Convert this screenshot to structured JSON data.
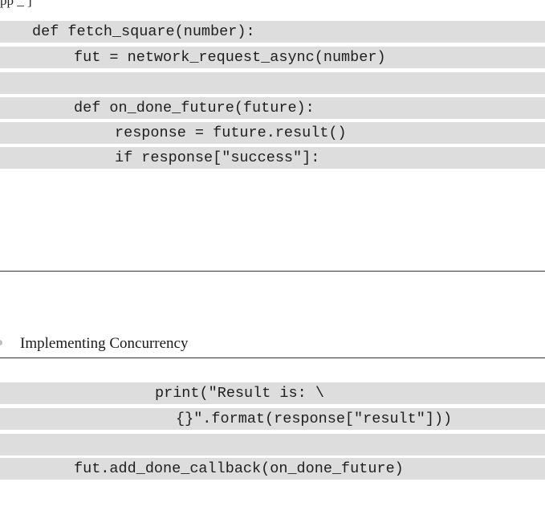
{
  "top_fragment": "pp                     _  ]",
  "code_block_1": {
    "lines": [
      "def fetch_square(number):",
      "fut = network_request_async(number)",
      "",
      "def on_done_future(future):",
      "response = future.result()",
      "if response[\"success\"]:"
    ]
  },
  "running_header": {
    "chapter_title": "Implementing Concurrency"
  },
  "code_block_2": {
    "lines": [
      "print(\"Result is: \\",
      "{}\".format(response[\"result\"]))",
      "",
      "fut.add_done_callback(on_done_future)"
    ]
  }
}
